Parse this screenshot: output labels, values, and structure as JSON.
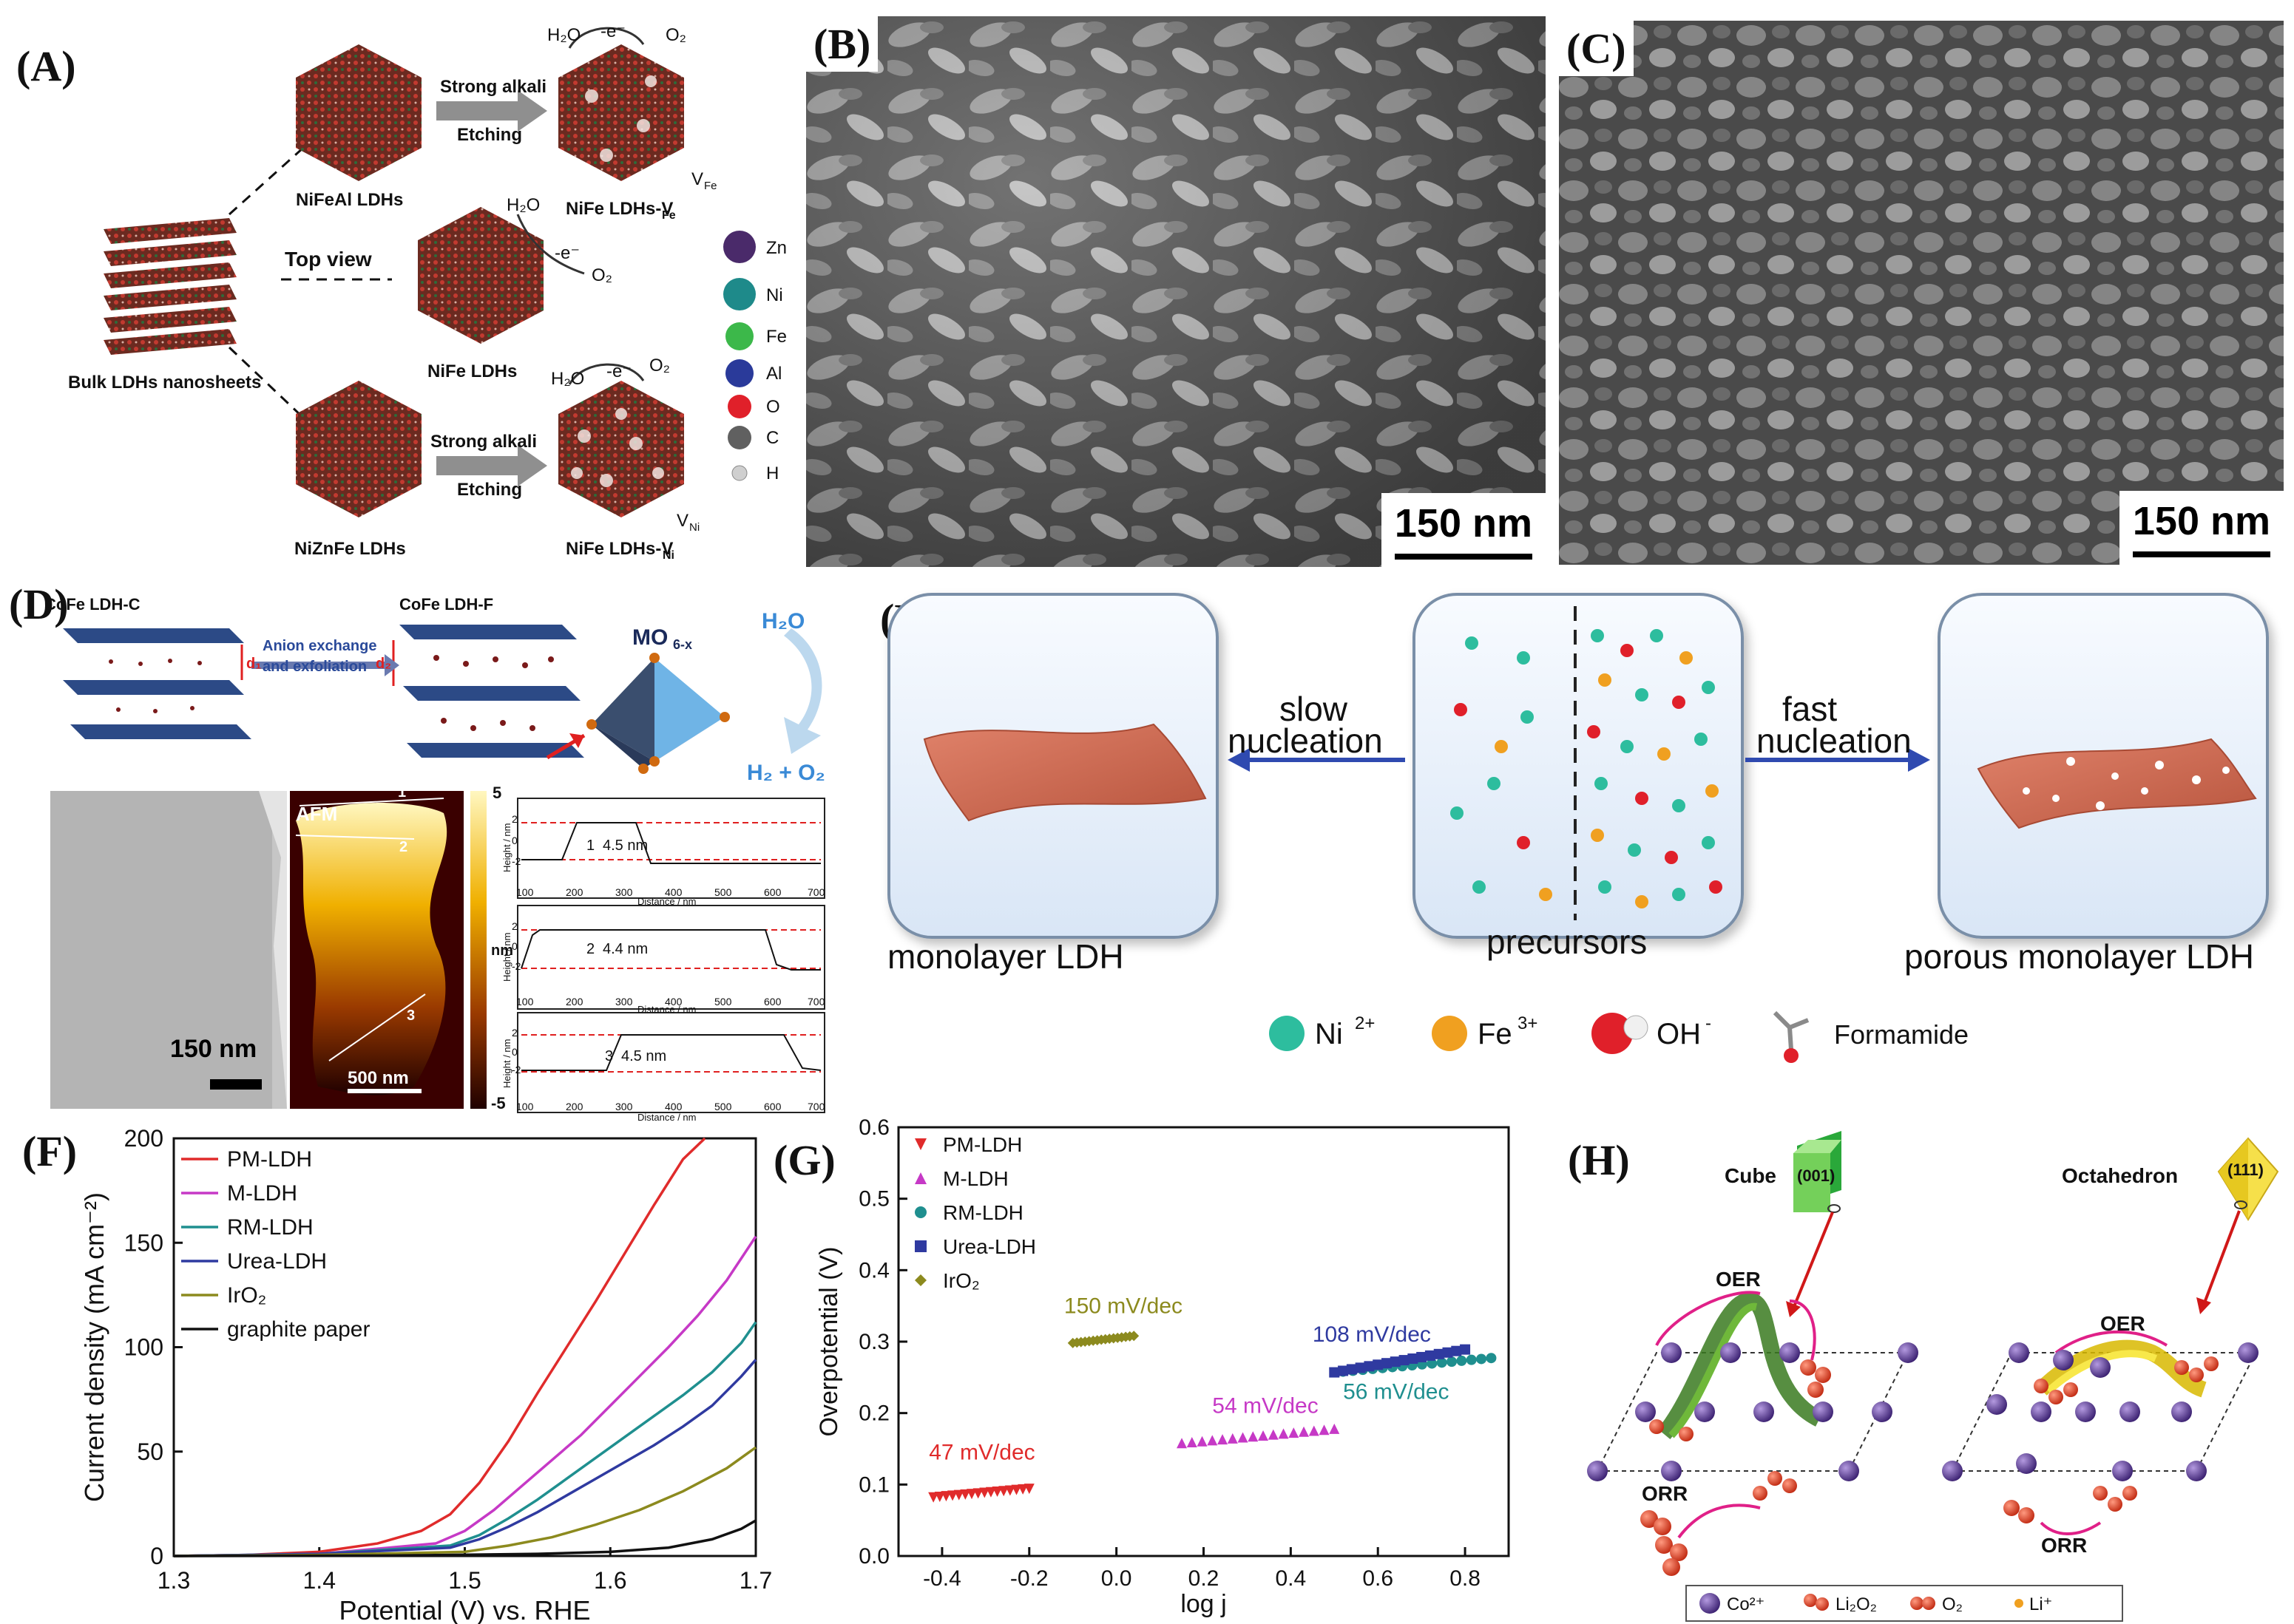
{
  "panel_labels": {
    "a": "(A)",
    "b": "(B)",
    "c": "(C)",
    "d": "(D)",
    "e": "(E)",
    "f": "(F)",
    "g": "(G)",
    "h": "(H)"
  },
  "panel_a": {
    "top_arrow_1": "Strong alkali",
    "top_arrow_2": "Etching",
    "bottom_arrow_1": "Strong alkali",
    "bottom_arrow_2": "Etching",
    "h2o_1": "H₂O",
    "e_1": "-e⁻",
    "o2_1": "O₂",
    "h2o_2": "H₂O",
    "e_2": "-e⁻",
    "o2_2": "O₂",
    "h2o_3": "H₂O",
    "e_3": "-e⁻",
    "o2_3": "O₂",
    "label_nifeal": "NiFeAl LDHs",
    "label_nife_vfe": "NiFe LDHs-V",
    "label_nife_vfe_sub": "Fe",
    "label_vfe": "V",
    "label_vfe_sub": "Fe",
    "label_top_view": "Top view",
    "label_nife": "NiFe LDHs",
    "label_bulk": "Bulk LDHs nanosheets",
    "label_nizn": "NiZnFe LDHs",
    "label_nife_vni": "NiFe LDHs-V",
    "label_nife_vni_sub": "Ni",
    "label_vni": "V",
    "label_vni_sub": "Ni",
    "legend": [
      {
        "label": "Zn",
        "color": "#4a2a6a"
      },
      {
        "label": "Ni",
        "color": "#1e8a8a"
      },
      {
        "label": "Fe",
        "color": "#3cb84a"
      },
      {
        "label": "Al",
        "color": "#2a3a9a"
      },
      {
        "label": "O",
        "color": "#e0202a"
      },
      {
        "label": "C",
        "color": "#606060"
      },
      {
        "label": "H",
        "color": "#e8e8e8"
      }
    ]
  },
  "panel_b": {
    "scale": "150 nm"
  },
  "panel_c": {
    "scale": "150 nm"
  },
  "panel_d": {
    "label_c": "CoFe LDH-C",
    "label_f": "CoFe LDH-F",
    "arrow_1": "Anion exchange",
    "arrow_2": "and exfoliation",
    "d1": "d₁",
    "d2": "d₂",
    "mo": "MO",
    "mo_sub": "6-x",
    "h2o": "H₂O",
    "h2o2": "H₂ + O₂",
    "tem_scale": "150 nm",
    "afm": "AFM",
    "afm_scale": "500 nm",
    "colorbar_top": "5",
    "colorbar_mid": "nm",
    "colorbar_bot": "-5",
    "afm_line_labels": [
      "1",
      "2",
      "3"
    ],
    "profiles": [
      {
        "num": "1",
        "height": "4.5 nm"
      },
      {
        "num": "2",
        "height": "4.4 nm"
      },
      {
        "num": "3",
        "height": "4.5 nm"
      }
    ],
    "profile_ylabel": "Height / nm",
    "profile_xlabel": "Distance / nm",
    "profile_xticks": [
      "100",
      "200",
      "300",
      "400",
      "500",
      "600",
      "700"
    ],
    "profile_yticks": [
      "2",
      "0",
      "-2"
    ]
  },
  "panel_e": {
    "left_label": "monolayer LDH",
    "center_label": "precursors",
    "right_label": "porous monolayer LDH",
    "slow_1": "slow",
    "slow_2": "nucleation",
    "fast_1": "fast",
    "fast_2": "nucleation",
    "legend_ni": "Ni",
    "legend_ni_sup": "2+",
    "legend_fe": "Fe",
    "legend_fe_sup": "3+",
    "legend_oh": "OH",
    "legend_oh_sup": "-",
    "legend_form": "Formamide"
  },
  "chart_data": [
    {
      "type": "line",
      "xlabel": "Potential (V) vs. RHE",
      "ylabel": "Current density (mA cm⁻²)",
      "xlim": [
        1.3,
        1.7
      ],
      "ylim": [
        0,
        200
      ],
      "xticks": [
        "1.3",
        "1.4",
        "1.5",
        "1.6",
        "1.7"
      ],
      "yticks": [
        "0",
        "50",
        "100",
        "150",
        "200"
      ],
      "legend_placement": "top-left",
      "series": [
        {
          "name": "PM-LDH",
          "color": "#e02b2b",
          "x": [
            1.3,
            1.35,
            1.4,
            1.44,
            1.47,
            1.49,
            1.51,
            1.53,
            1.55,
            1.57,
            1.59,
            1.61,
            1.63,
            1.65,
            1.665
          ],
          "y": [
            0,
            0.5,
            2,
            6,
            12,
            20,
            35,
            55,
            78,
            100,
            122,
            145,
            168,
            190,
            200
          ]
        },
        {
          "name": "M-LDH",
          "color": "#c639c6",
          "x": [
            1.3,
            1.4,
            1.48,
            1.5,
            1.52,
            1.54,
            1.56,
            1.58,
            1.6,
            1.62,
            1.64,
            1.66,
            1.68,
            1.7
          ],
          "y": [
            0,
            1,
            6,
            12,
            22,
            34,
            46,
            58,
            72,
            86,
            100,
            115,
            132,
            153
          ]
        },
        {
          "name": "RM-LDH",
          "color": "#1f8f8f",
          "x": [
            1.3,
            1.4,
            1.49,
            1.51,
            1.53,
            1.55,
            1.57,
            1.59,
            1.61,
            1.63,
            1.65,
            1.67,
            1.69,
            1.7
          ],
          "y": [
            0,
            1,
            5,
            10,
            18,
            27,
            37,
            47,
            57,
            67,
            77,
            88,
            102,
            112
          ]
        },
        {
          "name": "Urea-LDH",
          "color": "#2f3aa0",
          "x": [
            1.3,
            1.4,
            1.49,
            1.51,
            1.53,
            1.55,
            1.57,
            1.59,
            1.61,
            1.63,
            1.65,
            1.67,
            1.69,
            1.7
          ],
          "y": [
            0,
            1,
            4,
            8,
            14,
            21,
            29,
            37,
            45,
            53,
            62,
            72,
            86,
            94
          ]
        },
        {
          "name": "IrO₂",
          "color": "#8c8a1e",
          "x": [
            1.3,
            1.4,
            1.5,
            1.53,
            1.56,
            1.59,
            1.62,
            1.65,
            1.68,
            1.7
          ],
          "y": [
            0,
            0.5,
            2,
            5,
            9,
            15,
            22,
            31,
            42,
            52
          ]
        },
        {
          "name": "graphite paper",
          "color": "#111111",
          "x": [
            1.3,
            1.45,
            1.55,
            1.6,
            1.64,
            1.67,
            1.69,
            1.7
          ],
          "y": [
            0,
            0.2,
            1,
            2,
            4,
            8,
            13,
            17
          ]
        }
      ]
    },
    {
      "type": "scatter",
      "xlabel": "log j",
      "ylabel": "Overpotential (V)",
      "xlim": [
        -0.5,
        0.9
      ],
      "ylim": [
        0,
        0.6
      ],
      "xticks": [
        "-0.4",
        "-0.2",
        "0.0",
        "0.2",
        "0.4",
        "0.6",
        "0.8"
      ],
      "yticks": [
        "0.0",
        "0.1",
        "0.2",
        "0.3",
        "0.4",
        "0.5",
        "0.6"
      ],
      "legend_placement": "top-left",
      "series": [
        {
          "name": "PM-LDH",
          "color": "#e02b2b",
          "marker": "triangle-down",
          "x0": -0.42,
          "x1": -0.2,
          "y0": 0.082,
          "y1": 0.094,
          "slope_label": "47 mV/dec"
        },
        {
          "name": "M-LDH",
          "color": "#c639c6",
          "marker": "triangle-up",
          "x0": 0.15,
          "x1": 0.5,
          "y0": 0.158,
          "y1": 0.178,
          "slope_label": "54 mV/dec"
        },
        {
          "name": "RM-LDH",
          "color": "#1f8f8f",
          "marker": "circle",
          "x0": 0.52,
          "x1": 0.86,
          "y0": 0.258,
          "y1": 0.277,
          "slope_label": "56 mV/dec"
        },
        {
          "name": "Urea-LDH",
          "color": "#2f3aa0",
          "marker": "square",
          "x0": 0.5,
          "x1": 0.8,
          "y0": 0.257,
          "y1": 0.289,
          "slope_label": "108 mV/dec"
        },
        {
          "name": "IrO₂",
          "color": "#8c8a1e",
          "marker": "diamond",
          "x0": -0.1,
          "x1": 0.04,
          "y0": 0.298,
          "y1": 0.308,
          "slope_label": "150 mV/dec"
        }
      ]
    }
  ],
  "panel_h": {
    "cube": "Cube",
    "cube_face": "(001)",
    "octa": "Octahedron",
    "octa_face": "(111)",
    "oer_1": "OER",
    "orr_1": "ORR",
    "oer_2": "OER",
    "orr_2": "ORR",
    "legend": [
      {
        "label": "Co²⁺",
        "color": "#5a3aa0"
      },
      {
        "label": "Li₂O₂",
        "color": "#e8503a"
      },
      {
        "label": "O₂",
        "color": "#e8503a"
      },
      {
        "label": "Li⁺",
        "color": "#f0a020"
      }
    ]
  }
}
